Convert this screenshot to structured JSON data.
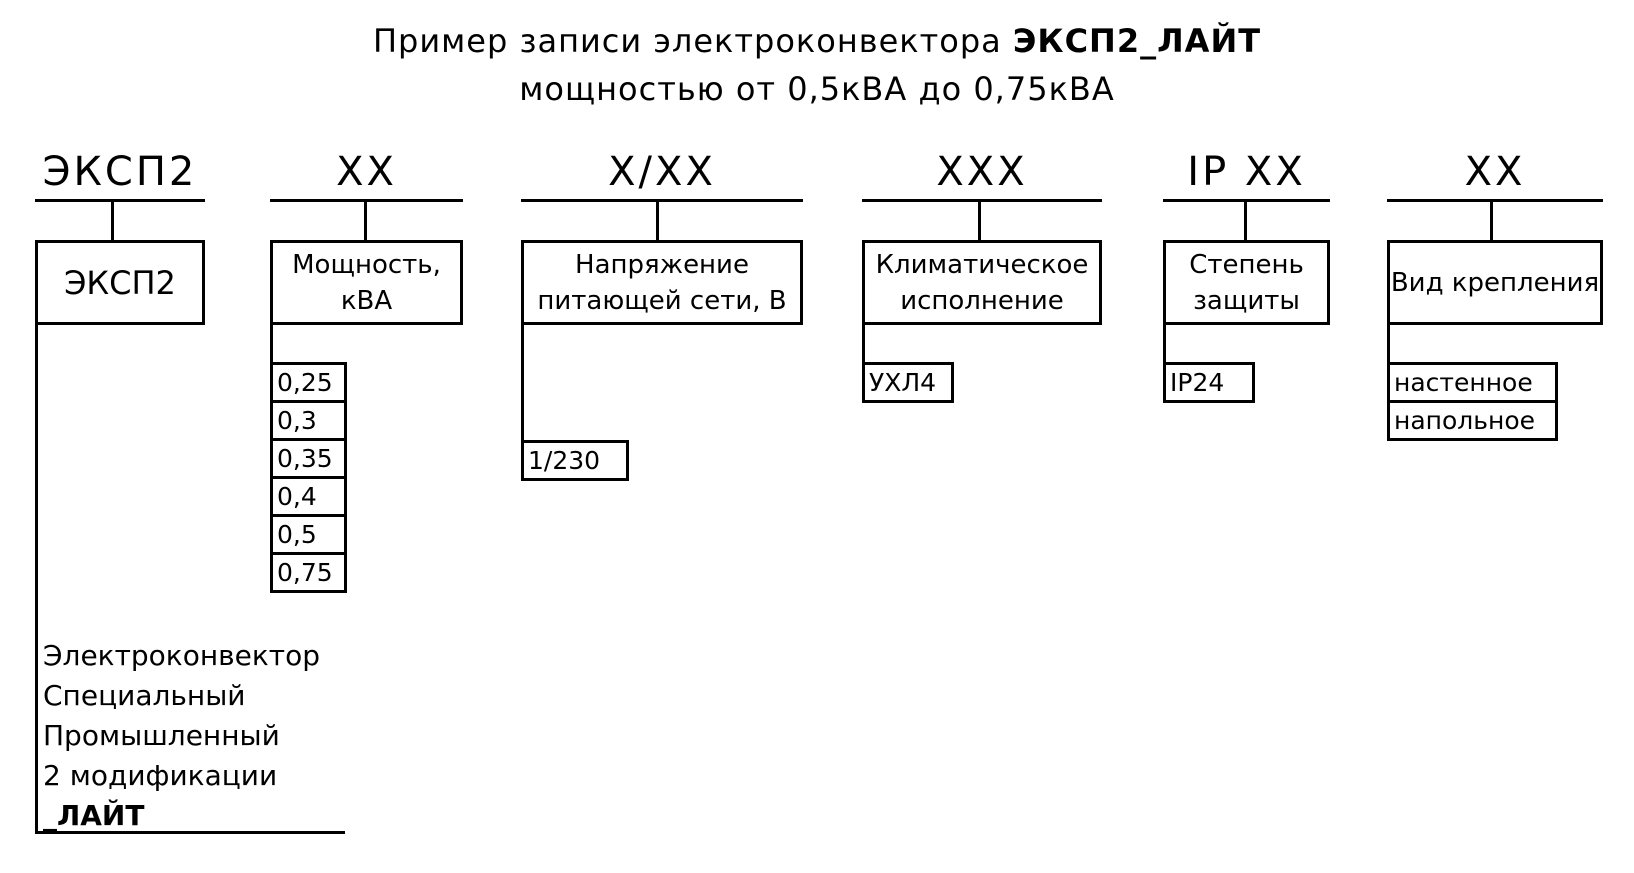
{
  "title": {
    "line1_prefix": "Пример записи электроконвектора ",
    "line1_bold": "ЭКСП2_ЛАЙТ",
    "line2": "мощностью от 0,5кВА до 0,75кВА"
  },
  "columns": [
    {
      "code": "ЭКСП2",
      "box_label": "ЭКСП2",
      "options": []
    },
    {
      "code": "XX",
      "box_label": "Мощность,\nкВА",
      "options": [
        "0,25",
        "0,3",
        "0,35",
        "0,4",
        "0,5",
        "0,75"
      ]
    },
    {
      "code": "X/XX",
      "box_label": "Напряжение\nпитающей сети, В",
      "options": [
        "1/230"
      ]
    },
    {
      "code": "XXX",
      "box_label": "Климатическое\nисполнение",
      "options": [
        "УХЛ4"
      ]
    },
    {
      "code": "IP XX",
      "box_label": "Степень\nзащиты",
      "options": [
        "IP24"
      ]
    },
    {
      "code": "XX",
      "box_label": "Вид крепления",
      "options": [
        "настенное",
        "напольное"
      ]
    }
  ],
  "decode_lines": [
    "Электроконвектор",
    "Специальный",
    "Промышленный",
    "2 модификации",
    "_ЛАЙТ"
  ]
}
